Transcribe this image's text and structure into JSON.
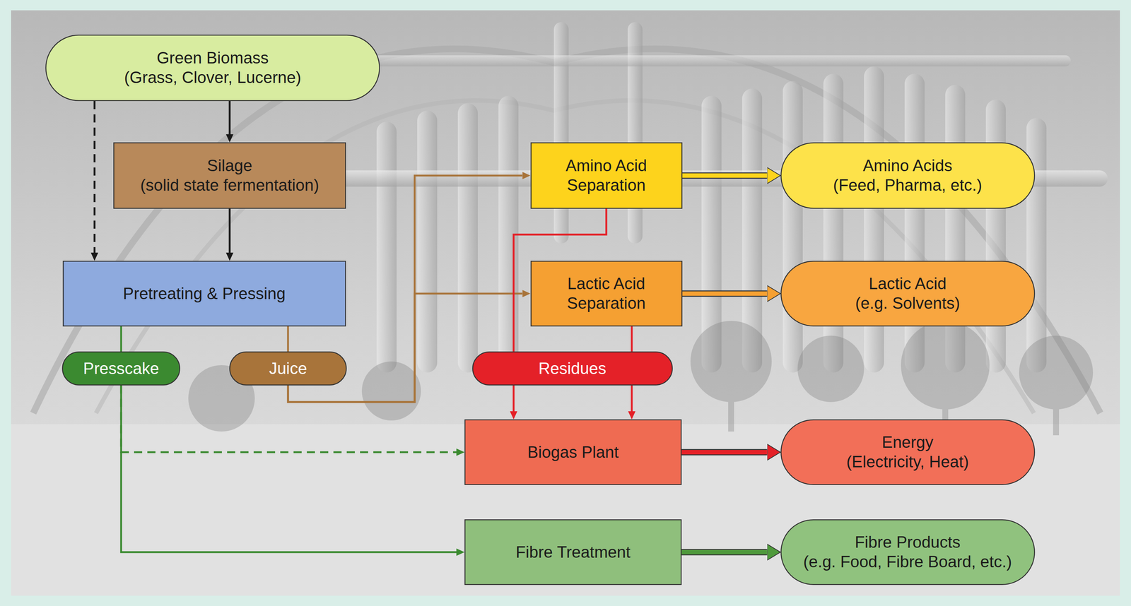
{
  "diagram": {
    "nodes": [
      {
        "text": [
          "Green Biomass",
          "(Grass, Clover, Lucerne)"
        ]
      },
      {
        "text": [
          "Silage",
          "(solid state fermentation)"
        ]
      },
      {
        "text": [
          "Amino Acid Separation"
        ]
      },
      {
        "text": [
          "Amino Acids",
          "(Feed, Pharma, etc.)"
        ]
      },
      {
        "text": [
          "Pretreating & Pressing"
        ]
      },
      {
        "text": [
          "Lactic Acid Separation"
        ]
      },
      {
        "text": [
          "Lactic Acid",
          "(e.g. Solvents)"
        ]
      },
      {
        "text": [
          "Presscake"
        ]
      },
      {
        "text": [
          "Juice"
        ]
      },
      {
        "text": [
          "Residues"
        ]
      },
      {
        "text": [
          "Biogas Plant"
        ]
      },
      {
        "text": [
          "Energy",
          "(Electricity, Heat)"
        ]
      },
      {
        "text": [
          "Fibre Treatment"
        ]
      },
      {
        "text": [
          "Fibre Products",
          "(e.g. Food, Fibre Board, etc.)"
        ]
      }
    ],
    "edges": [
      {
        "from": 0,
        "to": 1,
        "arrow": "to"
      },
      {
        "from": 0,
        "to": 4,
        "arrow": "to"
      },
      {
        "from": 1,
        "to": 4,
        "arrow": "to"
      },
      {
        "from": 4,
        "to": 7,
        "arrow": "none"
      },
      {
        "from": 4,
        "to": 8,
        "arrow": "none"
      },
      {
        "from": 8,
        "to": 2,
        "arrow": "to"
      },
      {
        "from": 8,
        "to": 5,
        "arrow": "to"
      },
      {
        "from": 2,
        "to": 3,
        "arrow": "to"
      },
      {
        "from": 5,
        "to": 6,
        "arrow": "to"
      },
      {
        "from": 2,
        "to": 9,
        "arrow": "none"
      },
      {
        "from": 5,
        "to": 9,
        "arrow": "none"
      },
      {
        "from": 9,
        "to": 10,
        "arrow": "to"
      },
      {
        "from": 9,
        "to": 10,
        "arrow": "to"
      },
      {
        "from": 7,
        "to": 10,
        "arrow": "to"
      },
      {
        "from": 7,
        "to": 12,
        "arrow": "to"
      },
      {
        "from": 10,
        "to": 11,
        "arrow": "to"
      },
      {
        "from": 12,
        "to": 13,
        "arrow": "to"
      }
    ]
  }
}
